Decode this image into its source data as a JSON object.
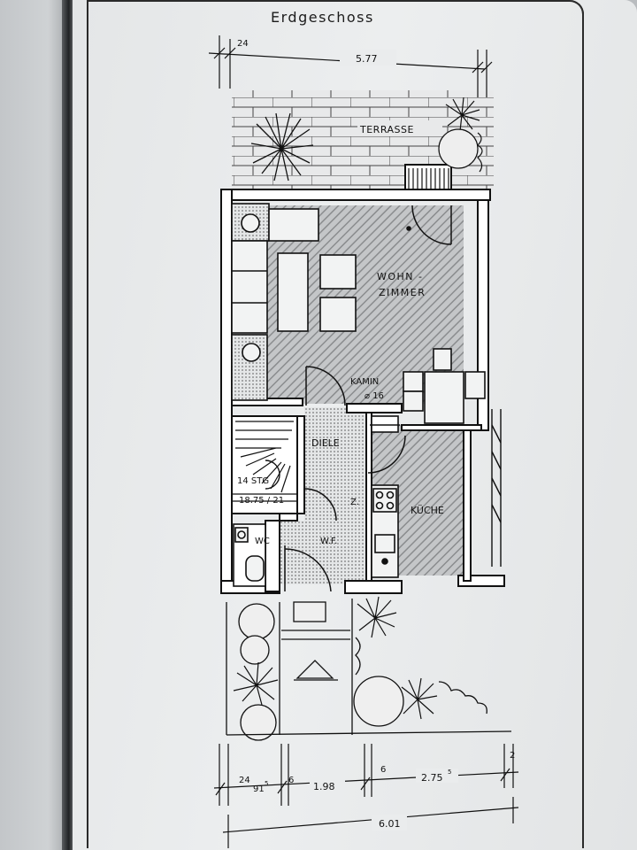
{
  "title": "Erdgeschoss",
  "rooms": {
    "terrace": "TERRASSE",
    "living_1": "WOHN -",
    "living_2": "ZIMMER",
    "fireplace": "KAMIN",
    "fireplace_size": "⌀ 16",
    "hall": "DIELE",
    "stairs_1": "14 STG",
    "stairs_2": "18.75 / 21",
    "room_z": "Z.",
    "wc": "WC",
    "utility": "W.F.",
    "kitchen": "KÜCHE"
  },
  "dimensions": {
    "top_left": "24",
    "top_total": "5.77",
    "bottom_wall_1": "24",
    "bottom_seg_1": "91",
    "bottom_seg_1_sup": "5",
    "bottom_wall_2": "6",
    "bottom_seg_2": "1.98",
    "bottom_wall_3": "6",
    "bottom_seg_3": "2.75",
    "bottom_seg_3_sup": "5",
    "bottom_edge": "2",
    "bottom_total": "6.01"
  },
  "colors": {
    "paper": "#eceeef",
    "ink": "#111111",
    "hatch": "#8a8c8e"
  }
}
